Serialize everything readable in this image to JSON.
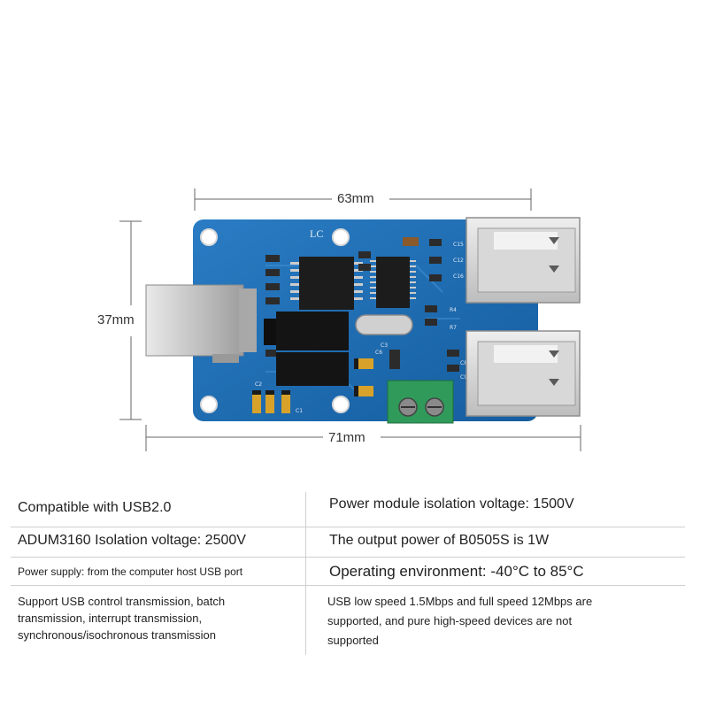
{
  "dimensions": {
    "width_label": "63mm",
    "height_label": "37mm",
    "total_width_label": "71mm"
  },
  "board": {
    "silkscreen": "LC",
    "labels": [
      "C15",
      "C12",
      "C2",
      "C1",
      "C6",
      "C8",
      "C9",
      "R4",
      "R7",
      "C3",
      "C16"
    ]
  },
  "specs": {
    "rows": [
      {
        "left": "Compatible with USB2.0",
        "right": "Power module isolation voltage: 1500V"
      },
      {
        "left": "ADUM3160 Isolation voltage: 2500V",
        "right": "The output power of B0505S is 1W"
      },
      {
        "left": "Power supply: from the computer host USB port",
        "right": "Operating environment: -40°C to 85°C"
      }
    ],
    "last_row": {
      "left_lines": [
        "Support USB control transmission, batch",
        " transmission, interrupt transmission,",
        "synchronous/isochronous transmission"
      ],
      "right_lines": [
        "USB low speed 1.5Mbps and full speed 12Mbps are",
        "supported, and pure high-speed devices are not",
        "supported"
      ]
    }
  },
  "colors": {
    "pcb_blue": "#1f6fb5",
    "pcb_dark": "#0f4f8e",
    "terminal_green": "#2f9a5a",
    "metal": "#c9c9c9"
  }
}
